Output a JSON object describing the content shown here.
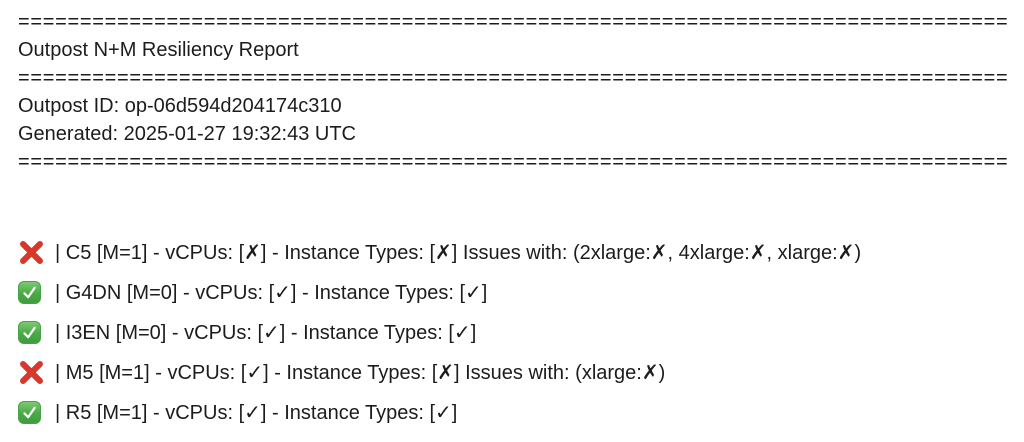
{
  "report": {
    "separator": "================================================================================",
    "title": "Outpost N+M Resiliency Report",
    "outpost_id_line": "Outpost ID: op-06d594d204174c310",
    "generated_line": "Generated: 2025-01-27 19:32:43 UTC"
  },
  "instance_rows": [
    {
      "status": "fail",
      "icon": "cross-mark",
      "family": "C5",
      "text": "| C5 [M=1] - vCPUs: [✗] - Instance Types: [✗] Issues with: (2xlarge:✗, 4xlarge:✗, xlarge:✗)"
    },
    {
      "status": "pass",
      "icon": "check-mark",
      "family": "G4DN",
      "text": "| G4DN [M=0] - vCPUs: [✓] - Instance Types: [✓]"
    },
    {
      "status": "pass",
      "icon": "check-mark",
      "family": "I3EN",
      "text": "| I3EN [M=0] - vCPUs: [✓] - Instance Types: [✓]"
    },
    {
      "status": "fail",
      "icon": "cross-mark",
      "family": "M5",
      "text": "| M5 [M=1] - vCPUs: [✓] - Instance Types: [✗] Issues with: (xlarge:✗)"
    },
    {
      "status": "pass",
      "icon": "check-mark",
      "family": "R5",
      "text": "| R5 [M=1] - vCPUs: [✓] - Instance Types: [✓]"
    }
  ],
  "colors": {
    "cross_red": "#d8372c",
    "check_green": "#4aaa44",
    "check_mark_white": "#ffffff",
    "text": "#1c1c1c",
    "background": "#ffffff"
  }
}
